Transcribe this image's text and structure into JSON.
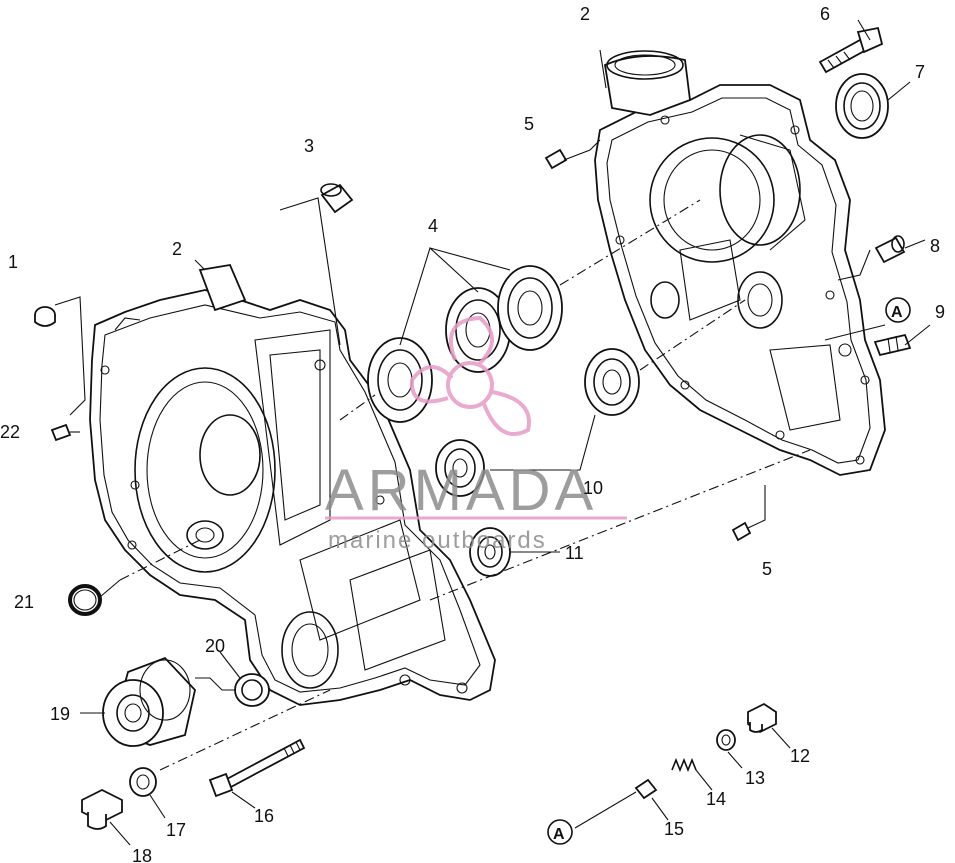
{
  "labels": {
    "c1": "1",
    "c2a": "2",
    "c2b": "2",
    "c3": "3",
    "c4": "4",
    "c5a": "5",
    "c5b": "5",
    "c6": "6",
    "c7": "7",
    "c8": "8",
    "c9": "9",
    "c10": "10",
    "c11": "11",
    "c12": "12",
    "c13": "13",
    "c14": "14",
    "c15": "15",
    "c16": "16",
    "c17": "17",
    "c18": "18",
    "c19": "19",
    "c20": "20",
    "c21": "21",
    "c22": "22",
    "ref_a1": "A",
    "ref_a2": "A"
  },
  "watermark": {
    "brand": "ARMADA",
    "tagline": "marine outboards",
    "colors": {
      "pink": "#e79bc6",
      "gray": "#8c8c8c"
    }
  }
}
